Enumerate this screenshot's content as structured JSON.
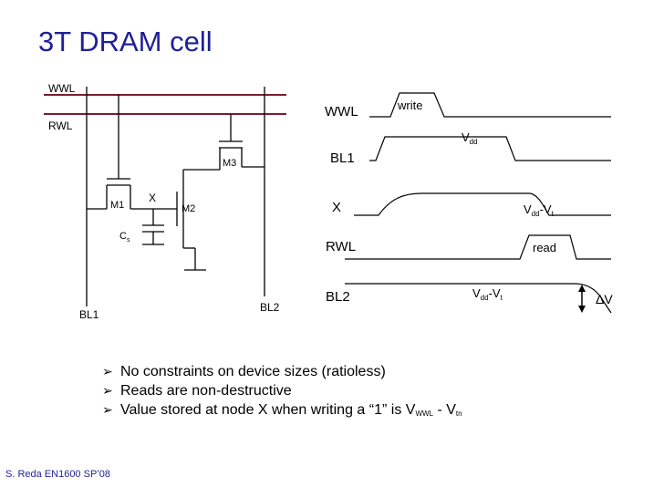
{
  "title": "3T DRAM cell",
  "schematic": {
    "labels": {
      "wwl": "WWL",
      "rwl": "RWL",
      "m1": "M1",
      "m2": "M2",
      "m3": "M3",
      "x": "X",
      "cs_main": "C",
      "cs_sub": "s",
      "bl1": "BL1",
      "bl2": "BL2"
    },
    "colors": {
      "wordline": "#7a1e2e",
      "wire": "#000000"
    }
  },
  "waveform": {
    "signals": {
      "wwl": "WWL",
      "bl1": "BL1",
      "x": "X",
      "rwl": "RWL",
      "bl2": "BL2"
    },
    "annotations": {
      "write": "write",
      "read": "read",
      "vdd_main": "V",
      "vdd_sub": "dd",
      "x_level_v": "V",
      "x_level_dd": "dd",
      "x_level_dash": "-V",
      "x_level_t": "t",
      "bl2_level_v": "V",
      "bl2_level_dd": "dd",
      "bl2_level_dash": "-V",
      "bl2_level_t": "t",
      "delta_v": "ΔV"
    }
  },
  "bullets": [
    {
      "arrow": "➢",
      "text": "No constraints on device sizes (ratioless)"
    },
    {
      "arrow": "➢",
      "text": "Reads are non-destructive"
    },
    {
      "arrow": "➢",
      "text": "Value stored at node X when writing a “1” is V",
      "sub1": "WWL",
      "mid": " - V",
      "sub2": "tn"
    }
  ],
  "footer": "S. Reda EN1600 SP’08"
}
